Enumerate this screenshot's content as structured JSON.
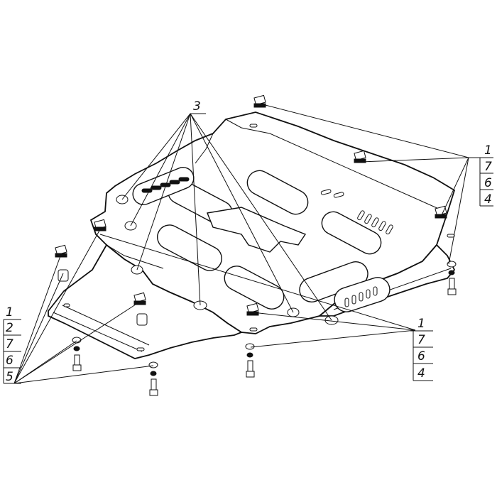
{
  "diagram": {
    "callouts": [
      {
        "id": "callout-top-center",
        "labels": [
          "3"
        ]
      },
      {
        "id": "callout-right-upper",
        "labels": [
          "1",
          "7",
          "6",
          "4"
        ]
      },
      {
        "id": "callout-left",
        "labels": [
          "1",
          "2",
          "7",
          "6",
          "5"
        ]
      },
      {
        "id": "callout-right-lower",
        "labels": [
          "1",
          "7",
          "6",
          "4"
        ]
      }
    ]
  }
}
